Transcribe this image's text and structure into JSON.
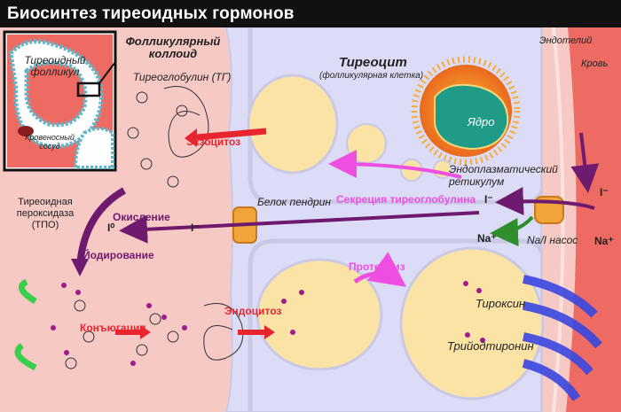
{
  "title": "Биосинтез тиреоидных гормонов",
  "labels": {
    "colloid": "Фолликулярный коллоид",
    "thyroglobulin": "Тиреоглобулин (ТГ)",
    "thyrocyte": "Тиреоцит",
    "thyrocyte_sub": "(фолликулярная клетка)",
    "endothelium": "Эндотелий",
    "blood": "Кровь",
    "nucleus": "Ядро",
    "er": "Эндоплазматический ретикулум",
    "exocytosis": "Экзоцитоз",
    "tg_secretion": "Секреция тиреоглобулина",
    "pendrin": "Белок пендрин",
    "tpo": "Тиреоидная пероксидаза (ТПО)",
    "oxidation": "Окисление",
    "iodination": "Йодирование",
    "conjugation": "Конъюгация",
    "endocytosis": "Эндоцитоз",
    "proteolysis": "Протеолиз",
    "thyroxine": "Тироксин",
    "triiodothyronine": "Трийодтиронин",
    "nai_pump": "Na/I насос",
    "iodide": "I⁻",
    "iodine0": "I⁰",
    "sodium": "Na⁺",
    "inset_follicle": "Тиреоидный фолликул",
    "inset_vessel": "Кровеносный сосуд"
  },
  "colors": {
    "colloid_bg": "#f6c9c4",
    "cell_bg": "#dcdcf6",
    "blood_bg": "#ee6b63",
    "vesicle": "#fbe3a6",
    "arrow_purple": "#6e1a6e",
    "arrow_red": "#e8242f",
    "arrow_magenta": "#ee4fe0",
    "arrow_blue": "#3a47e0",
    "arrow_green": "#38d04a"
  }
}
